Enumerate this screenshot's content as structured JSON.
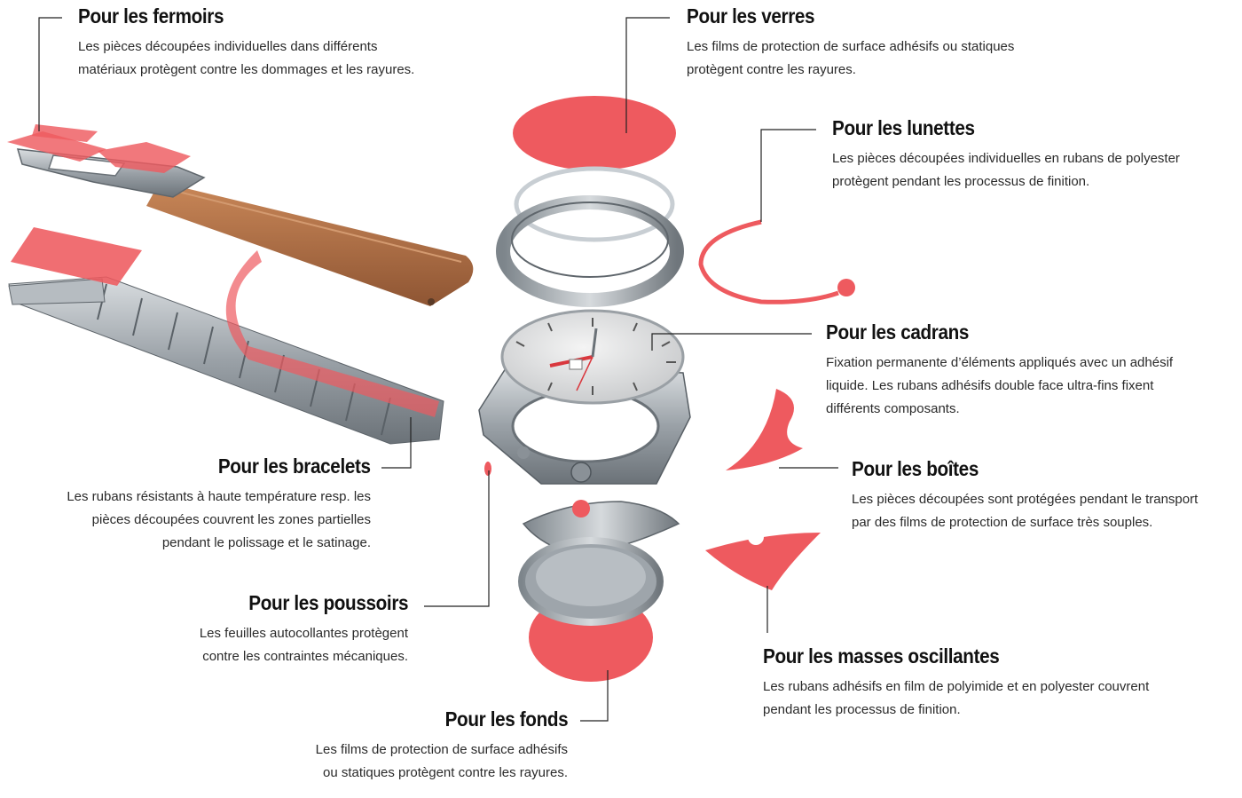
{
  "colors": {
    "accent": "#ee5a5f",
    "metal": "#a7aeb4",
    "leather": "#b26d45",
    "line": "#222222"
  },
  "labels": {
    "fermoirs": {
      "title": "Pour les fermoirs",
      "lines": [
        "Les pièces découpées individuelles dans différents",
        "matériaux protègent contre les dommages et les rayures."
      ]
    },
    "verres": {
      "title": "Pour les verres",
      "lines": [
        "Les films de protection de surface adhésifs ou statiques",
        "protègent contre les rayures."
      ]
    },
    "lunettes": {
      "title": "Pour les lunettes",
      "lines": [
        "Les pièces découpées individuelles en rubans de polyester",
        "protègent pendant les processus de finition."
      ]
    },
    "cadrans": {
      "title": "Pour les cadrans",
      "lines": [
        "Fixation permanente d’éléments appliqués avec un adhésif",
        "liquide. Les rubans adhésifs double face ultra-fins fixent",
        "différents composants."
      ]
    },
    "bracelets": {
      "title": "Pour les bracelets",
      "lines": [
        "Les rubans résistants à haute température resp. les",
        "pièces découpées couvrent les zones partielles",
        "pendant le polissage et le satinage."
      ]
    },
    "boites": {
      "title": "Pour les boîtes",
      "lines": [
        "Les pièces découpées sont protégées pendant le transport",
        "par des films de protection de surface très souples."
      ]
    },
    "poussoirs": {
      "title": "Pour les poussoirs",
      "lines": [
        "Les feuilles autocollantes protègent",
        "contre les contraintes mécaniques."
      ]
    },
    "masses": {
      "title": "Pour les masses oscillantes",
      "lines": [
        "Les rubans adhésifs en film de polyimide et en polyester couvrent",
        "pendant les processus de finition."
      ]
    },
    "fonds": {
      "title": "Pour les fonds",
      "lines": [
        "Les films de protection de surface adhésifs",
        "ou statiques protègent contre les rayures."
      ]
    }
  }
}
